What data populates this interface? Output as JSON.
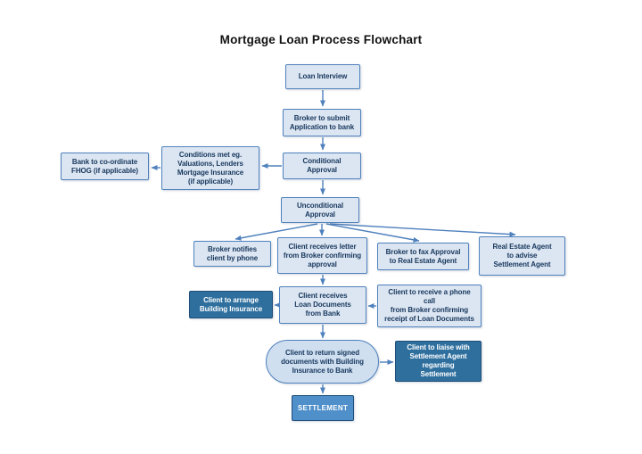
{
  "title": "Mortgage Loan Process Flowchart",
  "colors": {
    "box_fill_light": "#dce6f2",
    "box_border": "#4f81bd",
    "box_text_dark": "#17375d",
    "box_fill_dark": "#2e6f9e",
    "box_fill_medium": "#4f8fca",
    "arrow": "#4f81bd"
  },
  "nodes": {
    "loan_interview": {
      "label": "Loan Interview"
    },
    "broker_submit": {
      "label": "Broker to submit\nApplication to bank"
    },
    "conditional_approval": {
      "label": "Conditional\nApproval"
    },
    "conditions_met": {
      "label": "Conditions met eg.\nValuations, Lenders\nMortgage Insurance\n(if applicable)"
    },
    "bank_fhog": {
      "label": "Bank to co-ordinate\nFHOG (if applicable)"
    },
    "unconditional_approval": {
      "label": "Unconditional\nApproval"
    },
    "broker_notifies": {
      "label": "Broker notifies\nclient by phone"
    },
    "client_letter": {
      "label": "Client receives letter\nfrom Broker confirming\napproval"
    },
    "broker_fax": {
      "label": "Broker to fax Approval\nto Real Estate Agent"
    },
    "rea_advise": {
      "label": "Real Estate Agent\nto advise\nSettlement Agent"
    },
    "building_insurance": {
      "label": "Client to arrange\nBuilding Insurance"
    },
    "loan_documents": {
      "label": "Client receives\nLoan Documents\nfrom Bank"
    },
    "phone_call": {
      "label": "Client to receive a phone\ncall\nfrom Broker confirming\nreceipt of Loan Documents"
    },
    "return_signed": {
      "label": "Client to return signed\ndocuments with Building\nInsurance to Bank"
    },
    "liaise_settlement": {
      "label": "Client to liaise with\nSettlement Agent\nregarding\nSettlement"
    },
    "settlement": {
      "label": "SETTLEMENT"
    }
  }
}
